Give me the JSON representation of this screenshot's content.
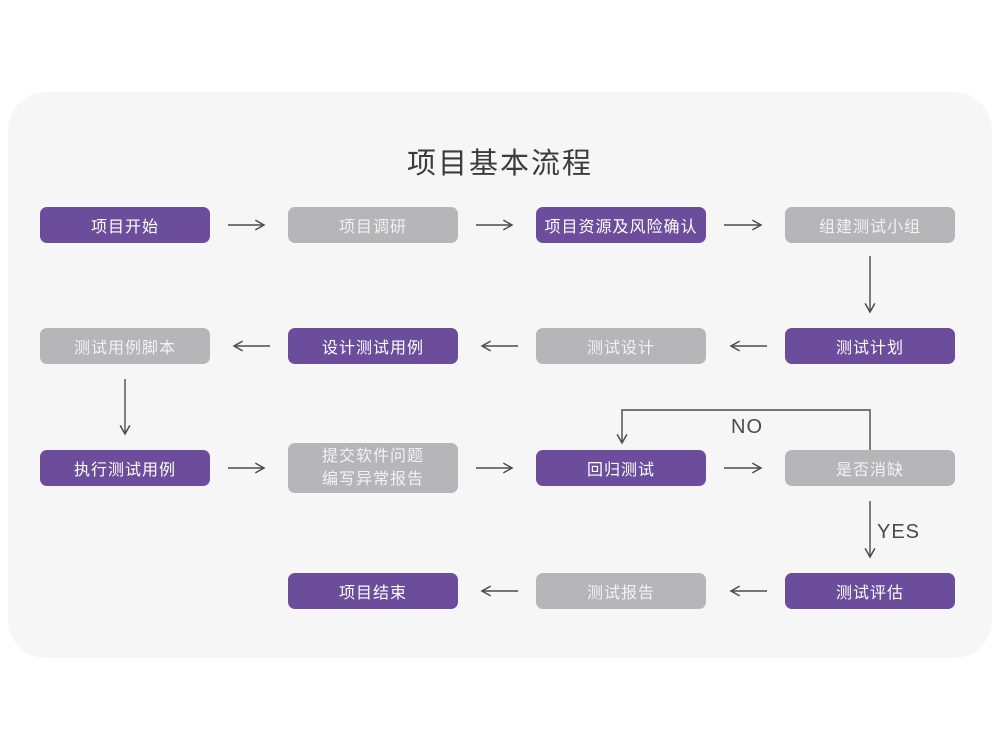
{
  "title": "项目基本流程",
  "colors": {
    "purple": "#6b4d9c",
    "gray": "#b6b5b8",
    "card_bg": "#f6f6f7",
    "arrow": "#4c4c4c"
  },
  "branch_labels": {
    "no": "NO",
    "yes": "YES"
  },
  "nodes": [
    {
      "id": "project-start",
      "label": "项目开始",
      "variant": "purple"
    },
    {
      "id": "project-research",
      "label": "项目调研",
      "variant": "gray"
    },
    {
      "id": "resources-risk",
      "label": "项目资源及风险确认",
      "variant": "purple"
    },
    {
      "id": "build-test-team",
      "label": "组建测试小组",
      "variant": "gray"
    },
    {
      "id": "test-plan",
      "label": "测试计划",
      "variant": "purple"
    },
    {
      "id": "test-design",
      "label": "测试设计",
      "variant": "gray"
    },
    {
      "id": "design-test-cases",
      "label": "设计测试用例",
      "variant": "purple"
    },
    {
      "id": "test-case-scripts",
      "label": "测试用例脚本",
      "variant": "gray"
    },
    {
      "id": "execute-test-cases",
      "label": "执行测试用例",
      "variant": "purple"
    },
    {
      "id": "submit-issue-report",
      "lines": [
        "提交软件问题",
        "编写异常报告"
      ],
      "variant": "gray"
    },
    {
      "id": "regression-test",
      "label": "回归测试",
      "variant": "purple"
    },
    {
      "id": "defect-resolved",
      "label": "是否消缺",
      "variant": "gray"
    },
    {
      "id": "test-evaluation",
      "label": "测试评估",
      "variant": "purple"
    },
    {
      "id": "test-report",
      "label": "测试报告",
      "variant": "gray"
    },
    {
      "id": "project-end",
      "label": "项目结束",
      "variant": "purple"
    }
  ]
}
